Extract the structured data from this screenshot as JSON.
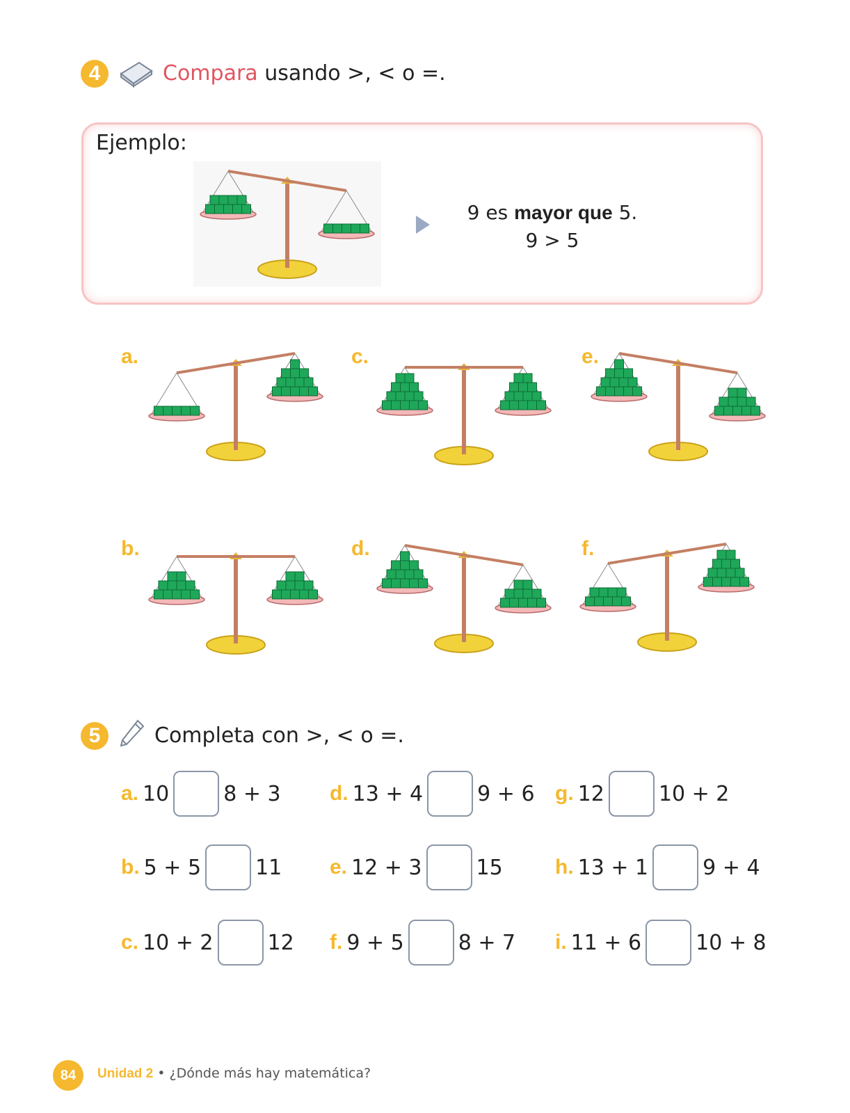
{
  "section4": {
    "number": "4",
    "title_verb": "Compara",
    "title_rest": " usando >, < o =."
  },
  "example": {
    "label": "Ejemplo:",
    "sentence_pre": "9 es ",
    "sentence_bold": "mayor que",
    "sentence_post": " 5.",
    "expression": "9 > 5"
  },
  "scales": [
    {
      "label": "a."
    },
    {
      "label": "c."
    },
    {
      "label": "e."
    },
    {
      "label": "b."
    },
    {
      "label": "d."
    },
    {
      "label": "f."
    }
  ],
  "section5": {
    "number": "5",
    "title": "Completa con >, < o =."
  },
  "exercises": [
    {
      "letter": "a.",
      "left": "10",
      "right": "8 + 3"
    },
    {
      "letter": "d.",
      "left": "13 + 4",
      "right": "9 + 6"
    },
    {
      "letter": "g.",
      "left": "12",
      "right": "10 + 2"
    },
    {
      "letter": "b.",
      "left": "5 + 5",
      "right": "11"
    },
    {
      "letter": "e.",
      "left": "12 + 3",
      "right": "15"
    },
    {
      "letter": "h.",
      "left": "13 + 1",
      "right": "9 + 4"
    },
    {
      "letter": "c.",
      "left": "10 + 2",
      "right": "12"
    },
    {
      "letter": "f.",
      "left": "9 + 5",
      "right": "8 + 7"
    },
    {
      "letter": "i.",
      "left": "11 + 6",
      "right": "10 + 8"
    }
  ],
  "footer": {
    "page": "84",
    "unit": "Unidad 2",
    "separator": " • ",
    "subtitle": "¿Dónde más hay matemática?"
  },
  "colors": {
    "accent": "#f5b82e",
    "verb": "#e05560",
    "block": "#1fa85a",
    "pan": "#f3b8b8",
    "base": "#f2d23a"
  }
}
